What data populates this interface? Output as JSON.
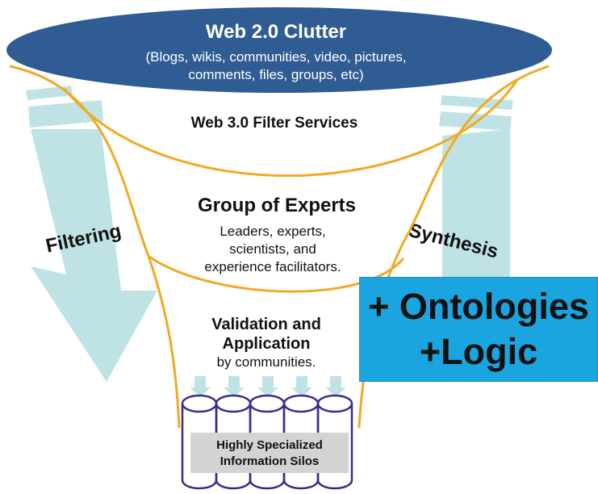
{
  "colors": {
    "ellipse_fill": "#2f5c93",
    "funnel_stroke": "#f2a922",
    "arrow_fill": "#bfe3e5",
    "overlay_fill": "#1aa5e0",
    "silo_stroke": "#3d2a8c",
    "silo_label_bg": "#d3d3d3",
    "text": "#111111"
  },
  "clutter": {
    "title": "Web 2.0 Clutter",
    "subtitle_line1": "(Blogs, wikis, communities, video, pictures,",
    "subtitle_line2": "comments, files, groups, etc)"
  },
  "filter_services": {
    "label": "Web 3.0 Filter Services"
  },
  "experts": {
    "title": "Group of Experts",
    "line1": "Leaders, experts,",
    "line2": "scientists, and",
    "line3": "experience facilitators."
  },
  "validation": {
    "line1": "Validation and",
    "line2": "Application",
    "line3": "by communities."
  },
  "silos": {
    "line1": "Highly Specialized",
    "line2": "Information Silos",
    "count": 5
  },
  "left_arrow": {
    "label": "Filtering",
    "icon": "down-arrow-icon"
  },
  "right_arrow": {
    "label": "Synthesis",
    "icon": "up-arrow-icon"
  },
  "overlay": {
    "line1": "+ Ontologies",
    "line2": "+Logic"
  }
}
